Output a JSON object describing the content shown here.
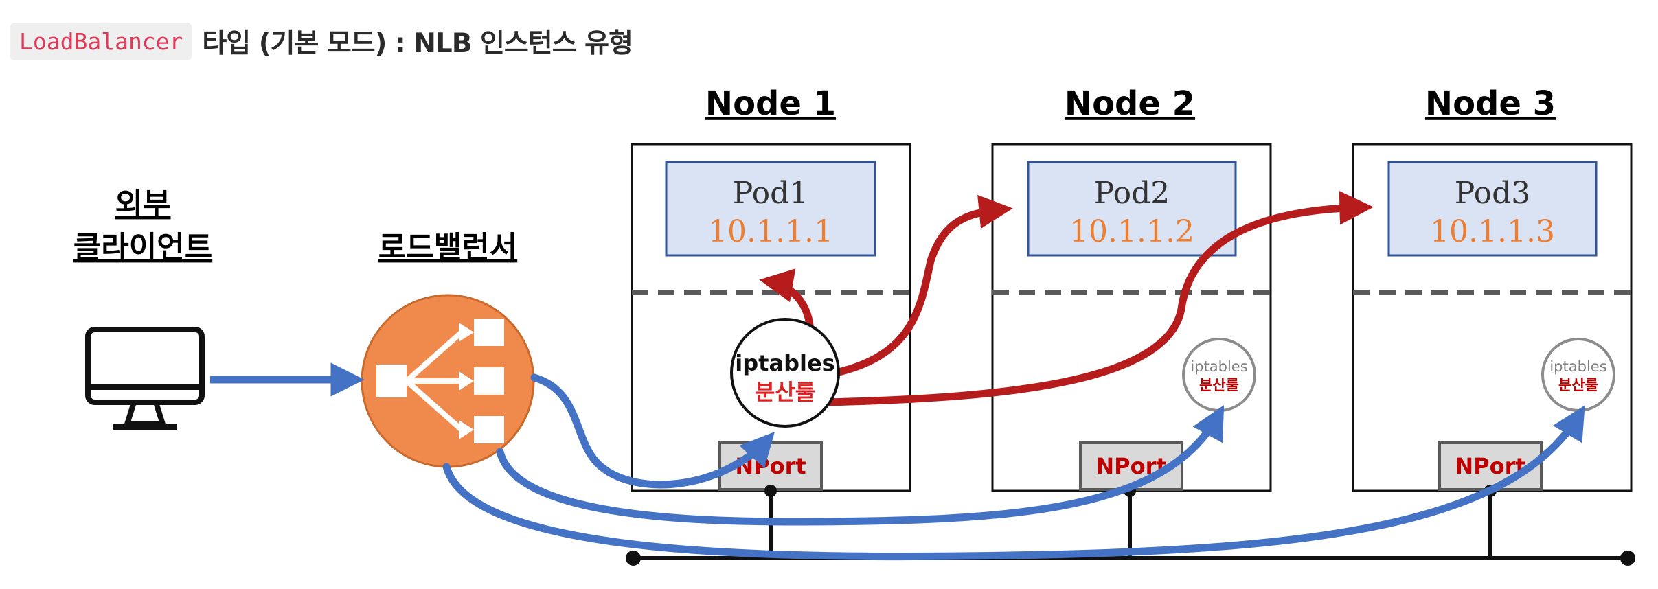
{
  "heading": {
    "code": "LoadBalancer",
    "text": "타입 (기본 모드) : NLB 인스턴스 유형"
  },
  "client": {
    "label_line1": "외부",
    "label_line2": "클라이언트",
    "icon": "monitor-icon"
  },
  "load_balancer": {
    "label": "로드밸런서",
    "icon": "load-balancer-icon"
  },
  "nodes": [
    {
      "title": "Node 1",
      "pod_name": "Pod1",
      "pod_ip": "10.1.1.1",
      "iptables_label": "iptables",
      "iptables_sub": "분산룰",
      "nport_label": "NPort"
    },
    {
      "title": "Node 2",
      "pod_name": "Pod2",
      "pod_ip": "10.1.1.2",
      "iptables_label": "iptables",
      "iptables_sub": "분산룰",
      "nport_label": "NPort"
    },
    {
      "title": "Node 3",
      "pod_name": "Pod3",
      "pod_ip": "10.1.1.3",
      "iptables_label": "iptables",
      "iptables_sub": "분산룰",
      "nport_label": "NPort"
    }
  ],
  "colors": {
    "blue_arrow": "#4472c4",
    "red_arrow": "#b71c1c",
    "pod_fill": "#dae3f3",
    "pod_border": "#2f5597",
    "ip_text": "#ed7d31",
    "lb_fill": "#ef8a4c",
    "nport_fill": "#d9d9d9",
    "nport_text": "#c00000",
    "dash_gray": "#595959"
  }
}
